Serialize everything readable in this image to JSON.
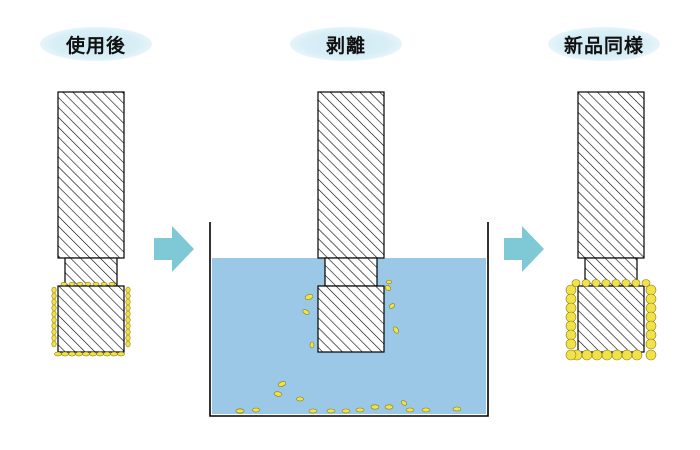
{
  "labels": {
    "used": "使用後",
    "stripping": "剥離",
    "like_new": "新品同様"
  },
  "colors": {
    "label_bg": "#d6eef6",
    "liquid": "#9ac8e6",
    "coating": "#f2e24a",
    "coating_outline": "#8a7d10",
    "arrow": "#7fc8d6",
    "hatch": "#000000"
  },
  "icons": [
    "arrow-right-icon",
    "arrow-right-icon"
  ]
}
